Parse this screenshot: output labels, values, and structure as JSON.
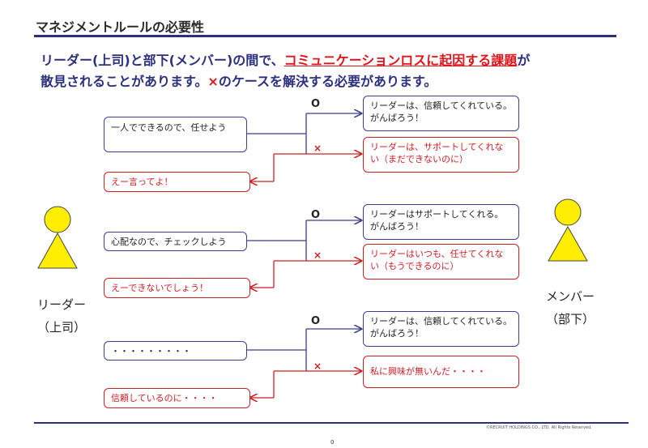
{
  "title": "マネジメントルールの必要性",
  "headline": {
    "part1": "リーダー(上司)と部下(メンバー)の間で、",
    "highlight": "コミュニケーションロスに起因する課題",
    "part2": "が",
    "line2a": "散見されることがあります。",
    "x_mark": "×",
    "line2b": "のケースを解決する必要があります。"
  },
  "leader": {
    "label_line1": "リーダー",
    "label_line2": "（上司）"
  },
  "member": {
    "label_line1": "メンバー",
    "label_line2": "（部下）"
  },
  "marks": {
    "o": "O",
    "x": "×"
  },
  "cases": [
    {
      "leader_says": "一人でできるので、任せよう",
      "good": "リーダーは、信頼してくれている。がんばろう！",
      "bad": "リーダーは、サポートしてくれない（まだできないのに）",
      "member_says": "えー言ってよ！"
    },
    {
      "leader_says": "心配なので、チェックしよう",
      "good": "リーダーはサポートしてくれる。がんばろう！",
      "bad": "リーダーはいつも、任せてくれない（もうできるのに）",
      "member_says": "えーできないでしょう！"
    },
    {
      "leader_says": "・・・・・・・・・",
      "good": "リーダーは、信頼してくれている。がんばろう！",
      "bad": "私に興味が無いんだ・・・・",
      "member_says": "信頼しているのに・・・・"
    }
  ],
  "colors": {
    "navy": "#2b2f7e",
    "red": "#cc2027",
    "figure_fill": "#ffee00"
  },
  "footer": {
    "copyright": "©RECRUIT HOLDINGS CO., LTD. All Rights Reserved.",
    "page": "0"
  }
}
